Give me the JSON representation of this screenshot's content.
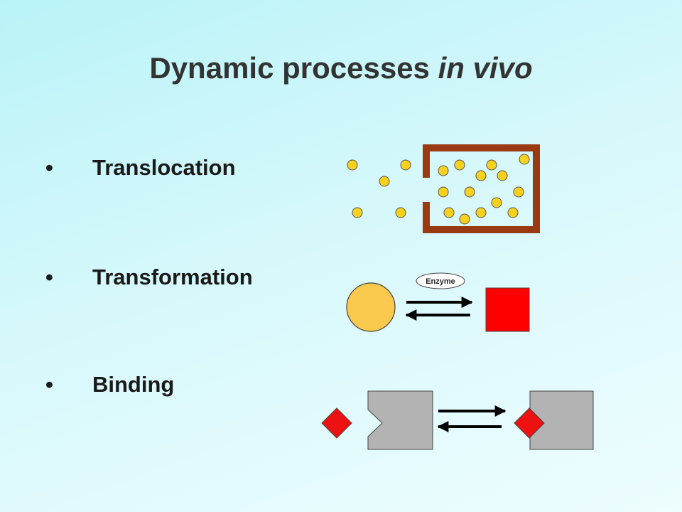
{
  "slide": {
    "title_main": "Dynamic processes ",
    "title_italic": "in vivo"
  },
  "bullets": [
    {
      "marker": "•",
      "label": "Translocation"
    },
    {
      "marker": "•",
      "label": "Transformation"
    },
    {
      "marker": "•",
      "label": "Binding"
    }
  ],
  "transformation": {
    "enzyme_label": "Enzyme"
  },
  "colors": {
    "cell_wall": "#9a3a12",
    "particle": "#f7d11e",
    "substrate": "#fbc94d",
    "product": "#ff0000",
    "ligand": "#ee1111",
    "receptor": "#b3b3b3"
  }
}
